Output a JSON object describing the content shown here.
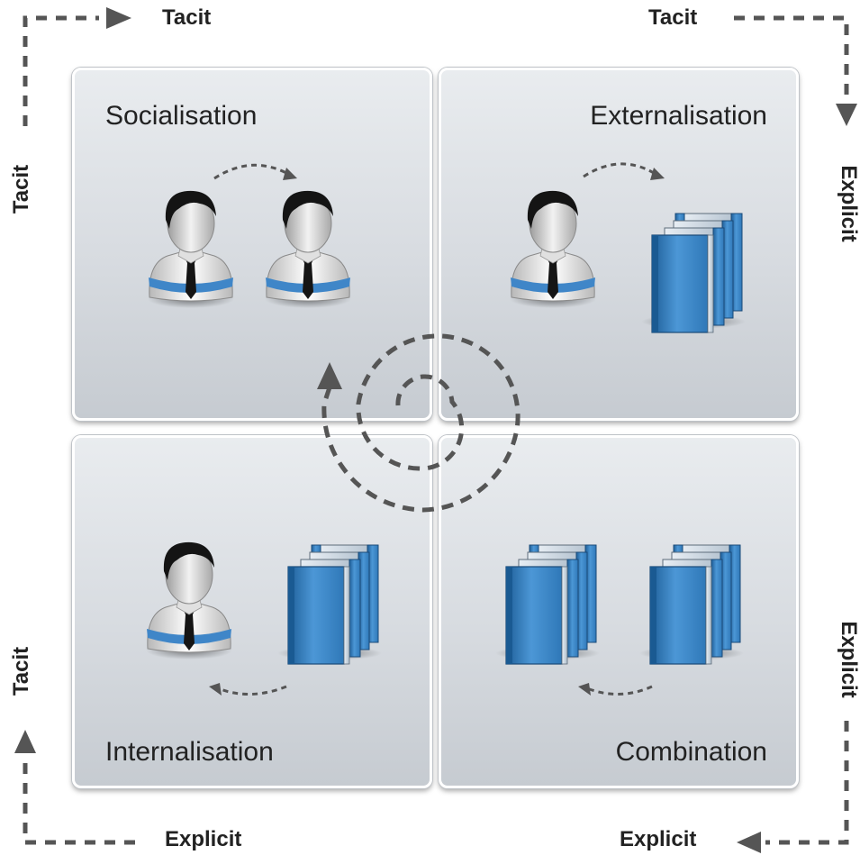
{
  "quadrants": {
    "socialisation": {
      "title": "Socialisation"
    },
    "externalisation": {
      "title": "Externalisation"
    },
    "internalisation": {
      "title": "Internalisation"
    },
    "combination": {
      "title": "Combination"
    }
  },
  "edge_labels": {
    "top_left": "Tacit",
    "top_right": "Tacit",
    "left_top": "Tacit",
    "left_bottom": "Tacit",
    "right_top": "Explicit",
    "right_bottom": "Explicit",
    "bottom_left": "Explicit",
    "bottom_right": "Explicit"
  },
  "colors": {
    "book_blue": "#2f78b8",
    "person_band": "#3f86c8",
    "dash_gray": "#555555"
  },
  "icons": [
    "person-icon",
    "book-stack-icon",
    "spiral-arrow-icon"
  ]
}
